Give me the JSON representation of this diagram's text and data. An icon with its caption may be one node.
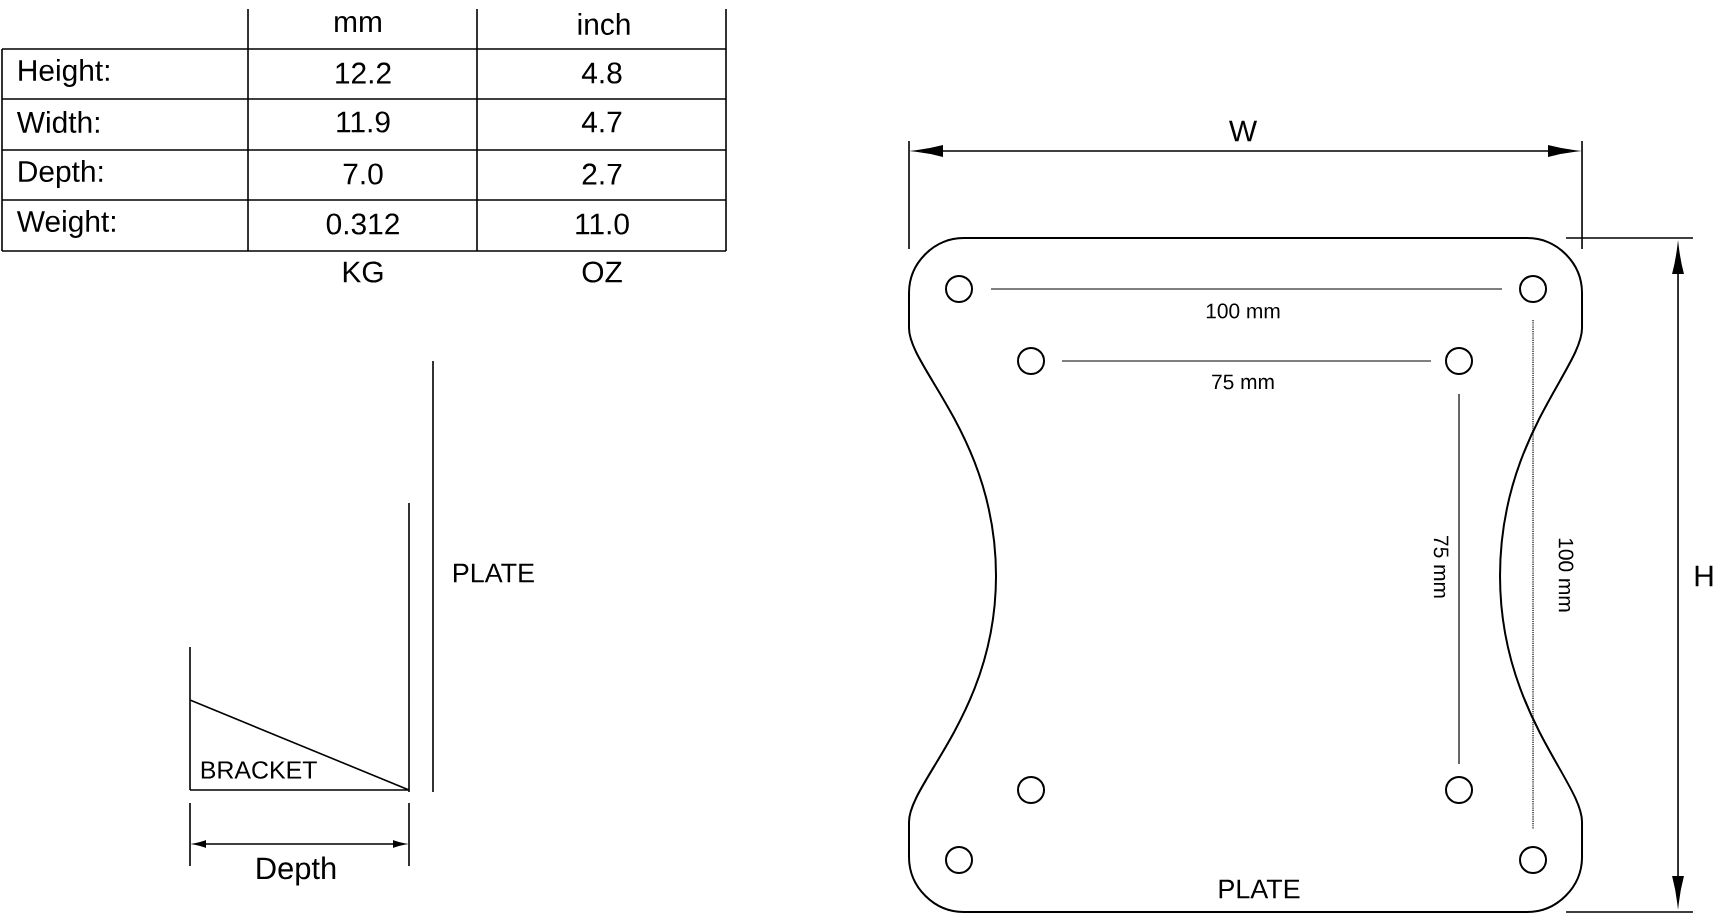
{
  "diagram": {
    "labels": [
      "mm",
      "inch",
      "Height:",
      "12.2",
      "4.8",
      "Width:",
      "11.9",
      "4.7",
      "Depth:",
      "7.0",
      "2.7",
      "Weight:",
      "0.312",
      "11.0",
      "KG",
      "OZ",
      "PLATE",
      "BRACKET",
      "Depth",
      "W",
      "100 mm",
      "75 mm",
      "75 mm",
      "100 mm",
      "H",
      "PLATE"
    ]
  }
}
